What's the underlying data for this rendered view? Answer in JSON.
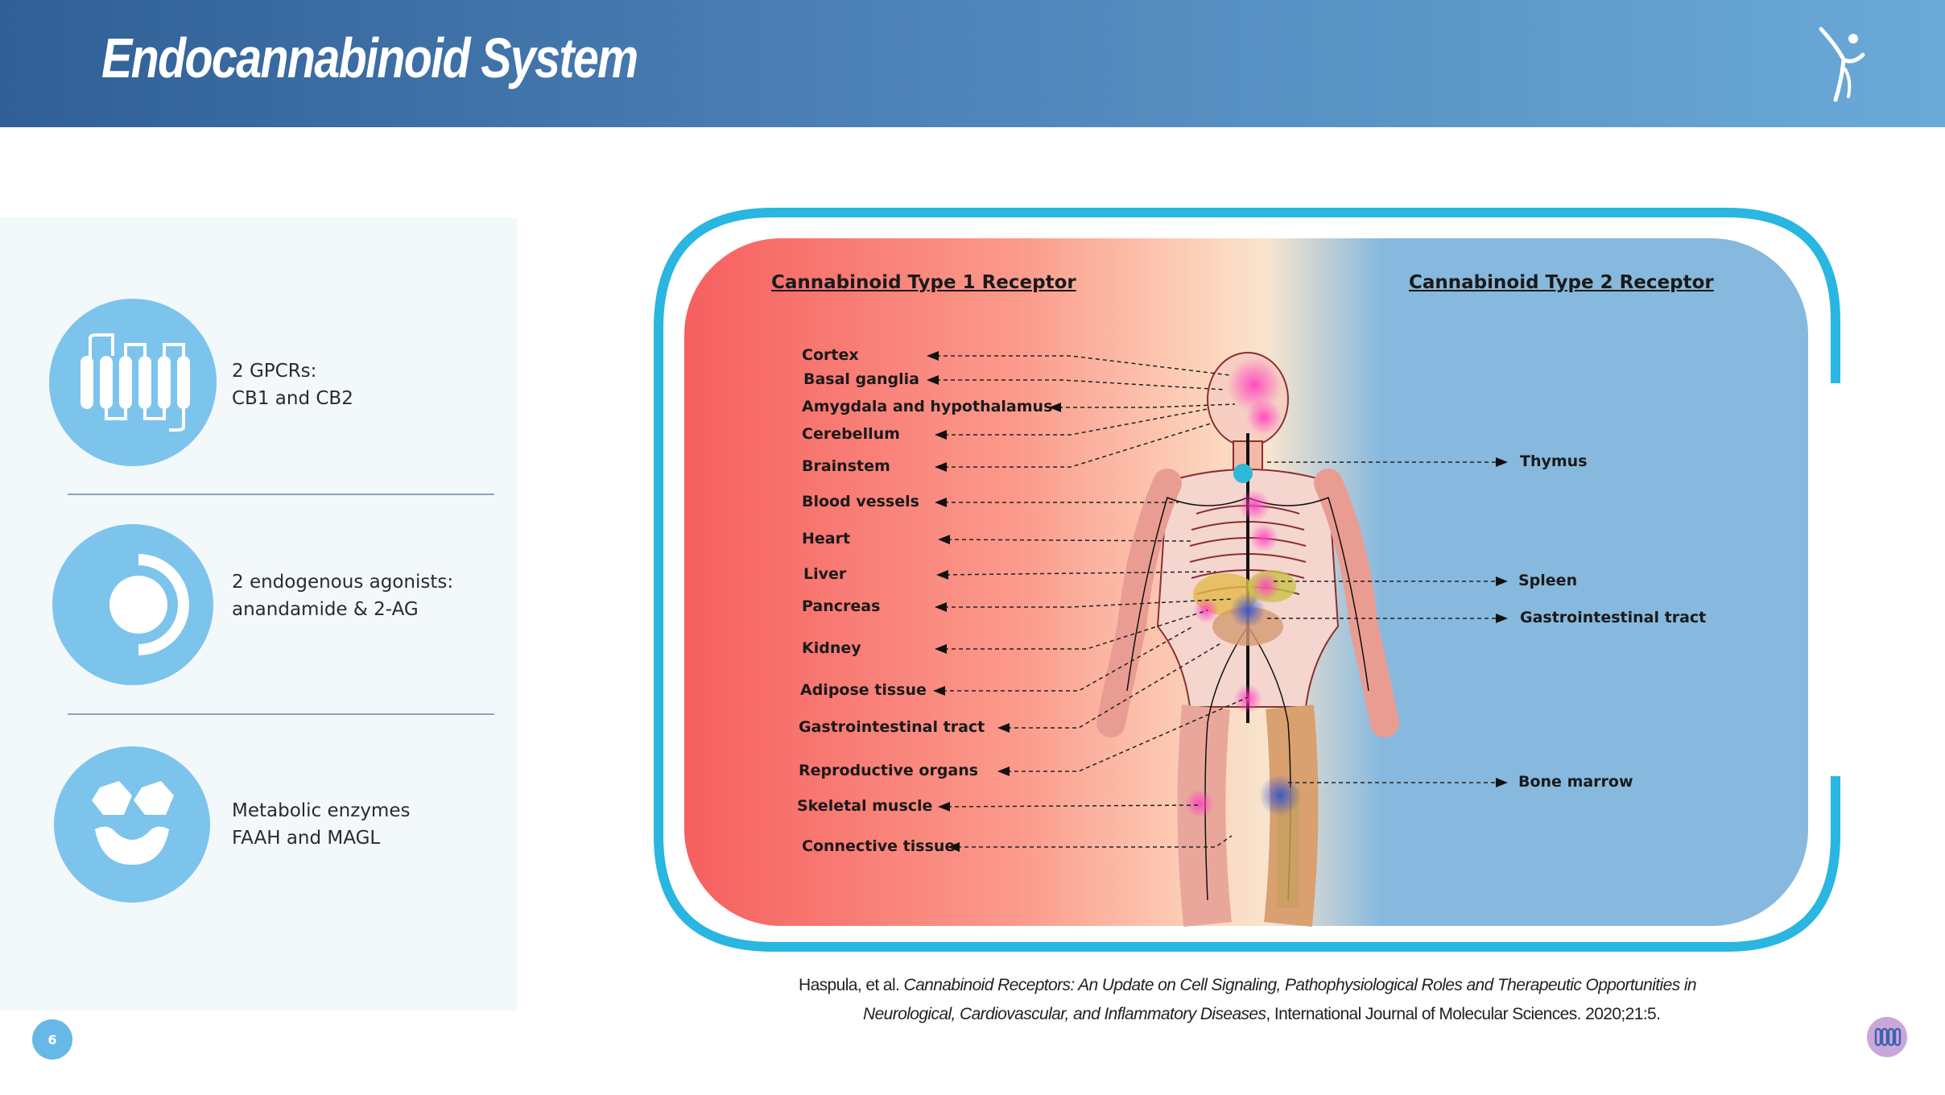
{
  "header": {
    "title": "Endocannabinoid System",
    "logo_icon": "dancer-logo-icon"
  },
  "features": [
    {
      "icon": "gpcr-receptor-icon",
      "line1": "2 GPCRs:",
      "line2": "CB1 and CB2"
    },
    {
      "icon": "agonist-ligand-icon",
      "line1": "2 endogenous agonists:",
      "line2": "anandamide & 2-AG"
    },
    {
      "icon": "enzyme-molecule-icon",
      "line1": "Metabolic enzymes",
      "line2": "FAAH and MAGL"
    }
  ],
  "diagram": {
    "cb1_title": "Cannabinoid Type 1 Receptor",
    "cb2_title": "Cannabinoid Type 2 Receptor",
    "cb1_labels": [
      "Cortex",
      "Basal ganglia",
      "Amygdala and hypothalamus",
      "Cerebellum",
      "Brainstem",
      "Blood vessels",
      "Heart",
      "Liver",
      "Pancreas",
      "Kidney",
      "Adipose tissue",
      "Gastrointestinal tract",
      "Reproductive organs",
      "Skeletal muscle",
      "Connective tissue"
    ],
    "cb2_labels": [
      "Thymus",
      "Spleen",
      "Gastrointestinal tract",
      "Bone marrow"
    ]
  },
  "citation": {
    "authors": "Haspula, et al.",
    "title_part1": "Cannabinoid Receptors: An Update on Cell Signaling, Pathophysiological Roles and Therapeutic Opportunities in",
    "title_part2": "Neurological, Cardiovascular, and Inflammatory Diseases",
    "journal": ", International Journal of Molecular Sciences. 2020;21:5."
  },
  "footer": {
    "page_number": "6",
    "icon": "receptor-badge-icon"
  },
  "colors": {
    "header_start": "#2f5f95",
    "header_end": "#6aaad8",
    "accent_blue": "#29b6e0",
    "icon_blue": "#7cc4ec",
    "cb1_red": "#f65f5f",
    "cb2_blue": "#87b9de"
  }
}
